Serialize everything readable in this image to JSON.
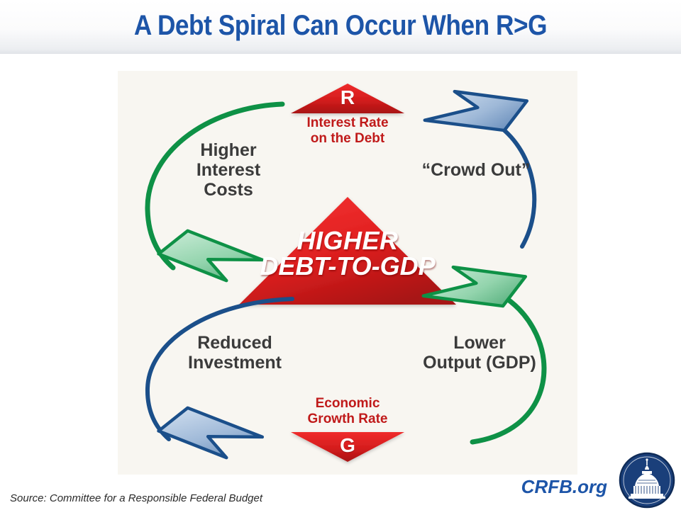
{
  "slide": {
    "title": "A Debt Spiral Can Occur When R>G",
    "title_color": "#1d55a8",
    "panel_bg": "#f8f6f1"
  },
  "diagram": {
    "center": {
      "name": "higher-debt-to-gdp",
      "line1": "HIGHER",
      "line2": "DEBT-TO-GDP",
      "shape": "up-triangle",
      "color": "#e22121"
    },
    "top_marker": {
      "letter": "R",
      "caption": "Interest Rate\non the Debt",
      "shape": "up-triangle",
      "color": "#d81f1f",
      "caption_color": "#c01a1a"
    },
    "bottom_marker": {
      "letter": "G",
      "caption": "Economic\nGrowth Rate",
      "shape": "down-triangle",
      "color": "#d81f1f",
      "caption_color": "#c01a1a"
    },
    "nodes": [
      {
        "id": "higher-interest-costs",
        "label": "Higher\nInterest\nCosts",
        "arrow_color": "#0e9146",
        "arrow_direction": "down-right",
        "quadrant": "top-left"
      },
      {
        "id": "crowd-out",
        "label": "“Crowd Out”",
        "arrow_color": "#1b4f8a",
        "arrow_direction": "up-left",
        "quadrant": "top-right"
      },
      {
        "id": "reduced-investment",
        "label": "Reduced\nInvestment",
        "arrow_color": "#1b4f8a",
        "arrow_direction": "down-right",
        "quadrant": "bottom-left"
      },
      {
        "id": "lower-output-gdp",
        "label": "Lower\nOutput (GDP)",
        "arrow_color": "#0e9146",
        "arrow_direction": "up-left",
        "quadrant": "bottom-right"
      }
    ]
  },
  "footer": {
    "source": "Source: Committee for a Responsible Federal Budget",
    "wordmark": "CRFB.org",
    "logo_name": "capitol-dome-logo",
    "logo_color": "#1a3f7a"
  }
}
